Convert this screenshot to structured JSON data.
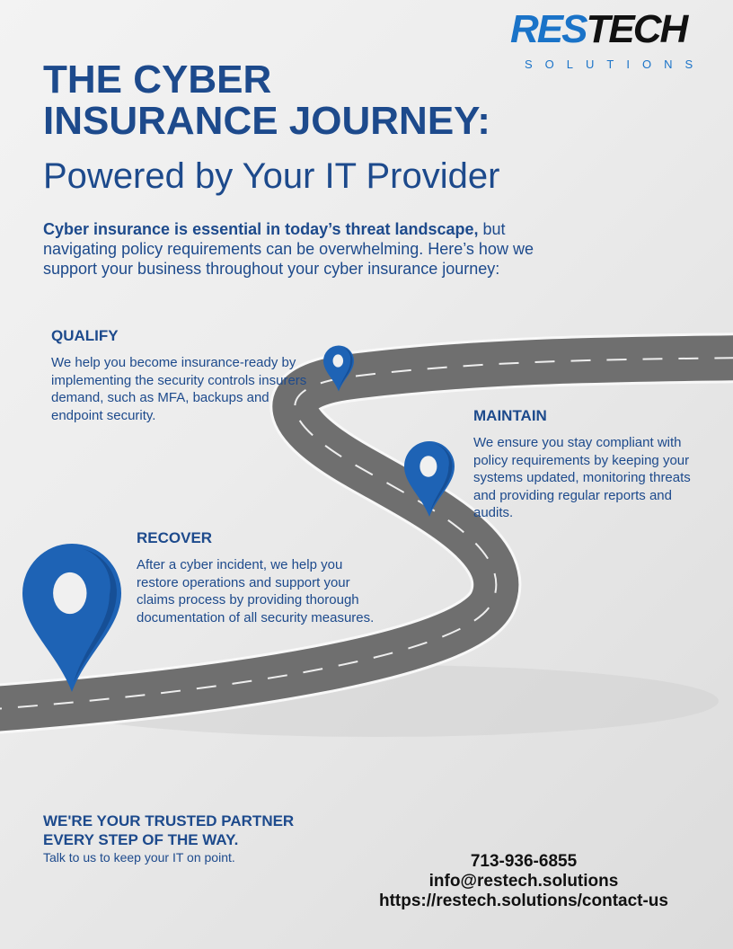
{
  "logo": {
    "primary": "RES",
    "secondary": "TECH",
    "tagline": "SOLUTIONS"
  },
  "header": {
    "title_line1": "THE CYBER",
    "title_line2": "INSURANCE JOURNEY:",
    "subtitle": "Powered by Your IT Provider"
  },
  "intro": {
    "bold": "Cyber insurance is essential in today’s threat landscape,",
    "rest": " but navigating policy requirements can be overwhelming. Here’s how we support your business throughout your cyber insurance journey:"
  },
  "steps": [
    {
      "title": "QUALIFY",
      "text": "We help you become insurance-ready by implementing the security controls insurers demand, such as MFA, backups and endpoint security."
    },
    {
      "title": "MAINTAIN",
      "text": "We ensure you stay compliant with policy requirements by keeping your systems updated, monitoring threats and providing regular reports and audits."
    },
    {
      "title": "RECOVER",
      "text": "After a cyber incident, we help you restore operations and support your claims process by providing thorough documentation of all security measures."
    }
  ],
  "footer": {
    "headline_line1": "WE'RE YOUR TRUSTED PARTNER",
    "headline_line2": "EVERY STEP OF THE WAY.",
    "tagline": "Talk to us to keep your IT on point.",
    "phone": "713-936-6855",
    "email": "info@restech.solutions",
    "url": "https://restech.solutions/contact-us"
  },
  "colors": {
    "navy": "#1d4a8c",
    "pin": "#1e63b5",
    "logo_blue": "#1a73c8"
  }
}
